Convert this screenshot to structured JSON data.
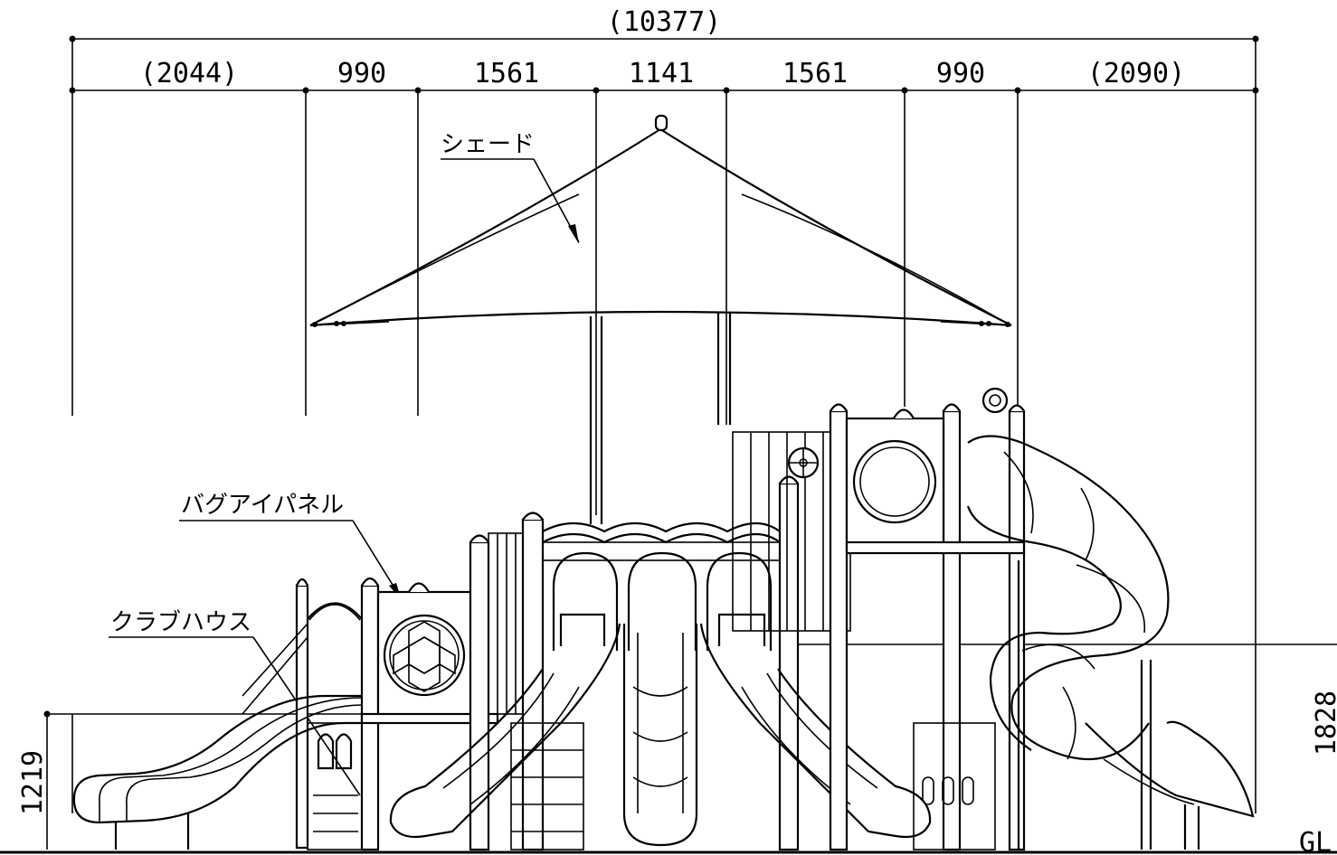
{
  "dimensions": {
    "overall": "(10377)",
    "segments": [
      "(2044)",
      "990",
      "1561",
      "1141",
      "1561",
      "990",
      "(2090)"
    ],
    "left_height": "1219",
    "right_height": "1828",
    "ground": "GL"
  },
  "labels": {
    "shade": "シェード",
    "bug_eye_panel": "バグアイパネル",
    "club_house": "クラブハウス"
  }
}
